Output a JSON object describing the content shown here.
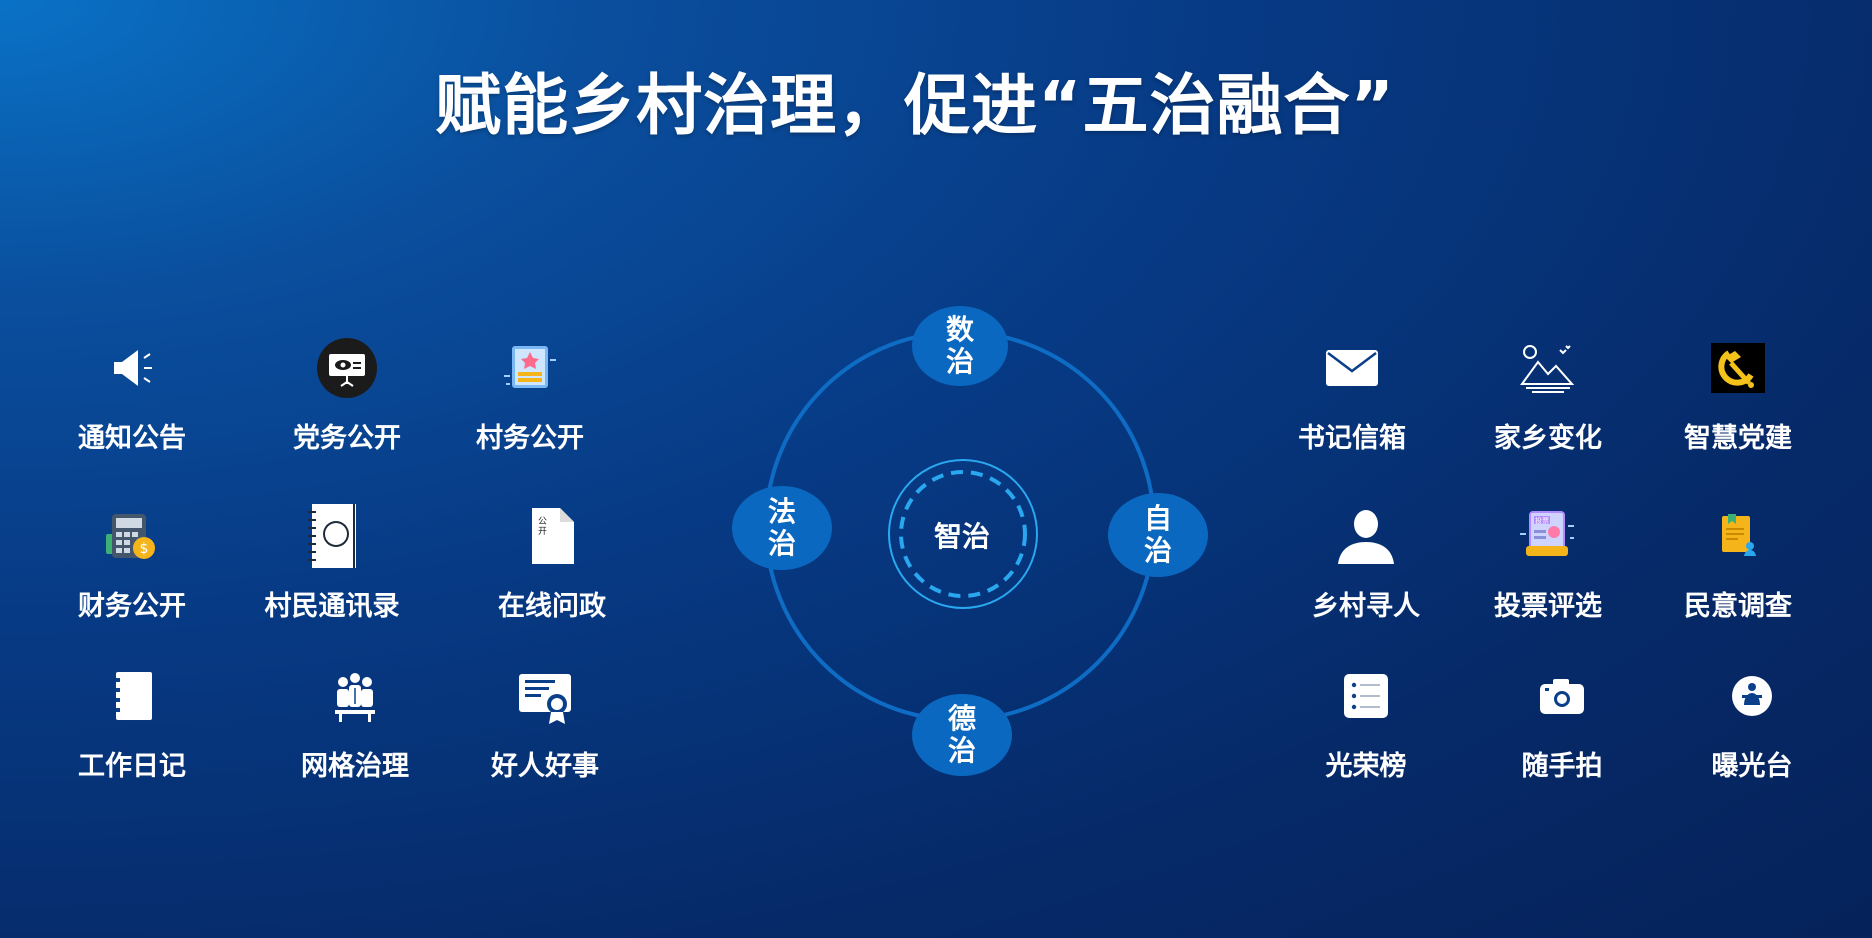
{
  "title": "赋能乡村治理，促进“五治融合”",
  "left_items": [
    {
      "label": "通知公告",
      "icon": "megaphone-icon"
    },
    {
      "label": "党务公开",
      "icon": "presentation-eye-icon"
    },
    {
      "label": "村务公开",
      "icon": "notice-board-icon"
    },
    {
      "label": "财务公开",
      "icon": "calculator-coin-icon"
    },
    {
      "label": "村民通讯录",
      "icon": "address-book-icon"
    },
    {
      "label": "在线问政",
      "icon": "document-icon"
    },
    {
      "label": "工作日记",
      "icon": "notebook-icon"
    },
    {
      "label": "网格治理",
      "icon": "people-grid-icon"
    },
    {
      "label": "好人好事",
      "icon": "certificate-icon"
    }
  ],
  "right_items": [
    {
      "label": "书记信箱",
      "icon": "envelope-icon"
    },
    {
      "label": "家乡变化",
      "icon": "landscape-icon"
    },
    {
      "label": "智慧党建",
      "icon": "party-emblem-icon"
    },
    {
      "label": "乡村寻人",
      "icon": "person-icon"
    },
    {
      "label": "投票评选",
      "icon": "ballot-icon"
    },
    {
      "label": "民意调查",
      "icon": "survey-icon"
    },
    {
      "label": "光荣榜",
      "icon": "list-board-icon"
    },
    {
      "label": "随手拍",
      "icon": "camera-icon"
    },
    {
      "label": "曝光台",
      "icon": "exposure-icon"
    }
  ],
  "diagram": {
    "top": "数\n治",
    "left": "法\n治",
    "right": "自\n治",
    "bottom": "德\n治",
    "center": "智治"
  },
  "colors": {
    "node": "#0b68c0",
    "ring": "#0e6cc4",
    "center_dash": "#29a8f0",
    "party_red": "#c8102e",
    "party_gold": "#f5c21a"
  }
}
